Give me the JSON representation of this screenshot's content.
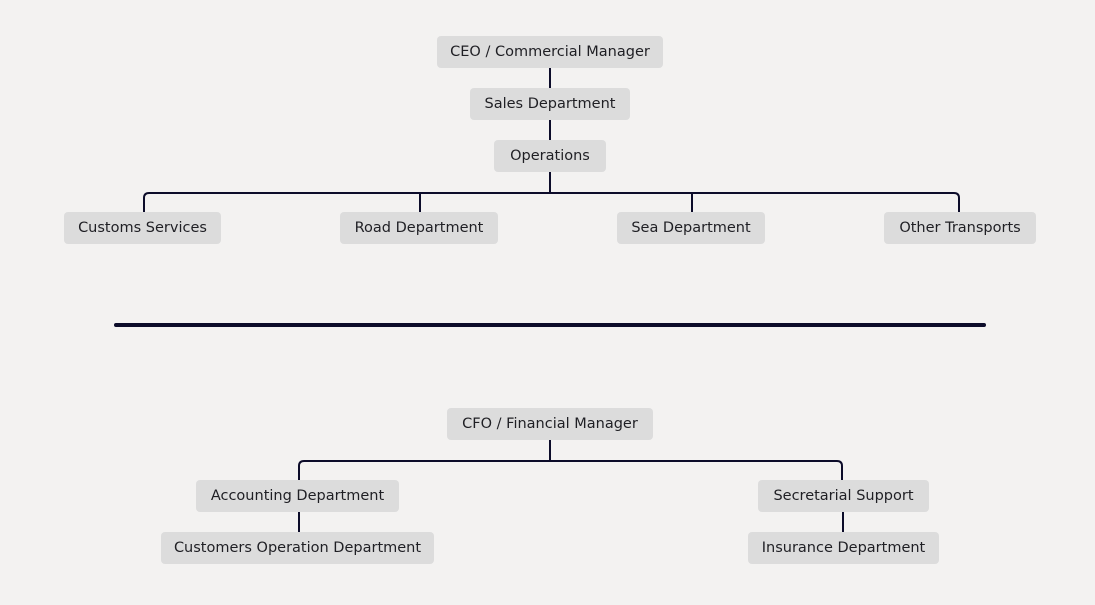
{
  "commercial_chart": {
    "head": "CEO / Commercial Manager",
    "level2": "Sales Department",
    "level3": "Operations",
    "departments": [
      "Customs Services",
      "Road Department",
      "Sea Department",
      "Other Transports"
    ]
  },
  "financial_chart": {
    "head": "CFO / Financial Manager",
    "left_branch": [
      "Accounting Department",
      "Customers Operation Department"
    ],
    "right_branch": [
      "Secretarial Support",
      "Insurance Department"
    ]
  },
  "colors": {
    "background": "#f3f2f1",
    "node_fill": "#dcdcdc",
    "line": "#0c0c2a",
    "text": "#1f1f24"
  }
}
